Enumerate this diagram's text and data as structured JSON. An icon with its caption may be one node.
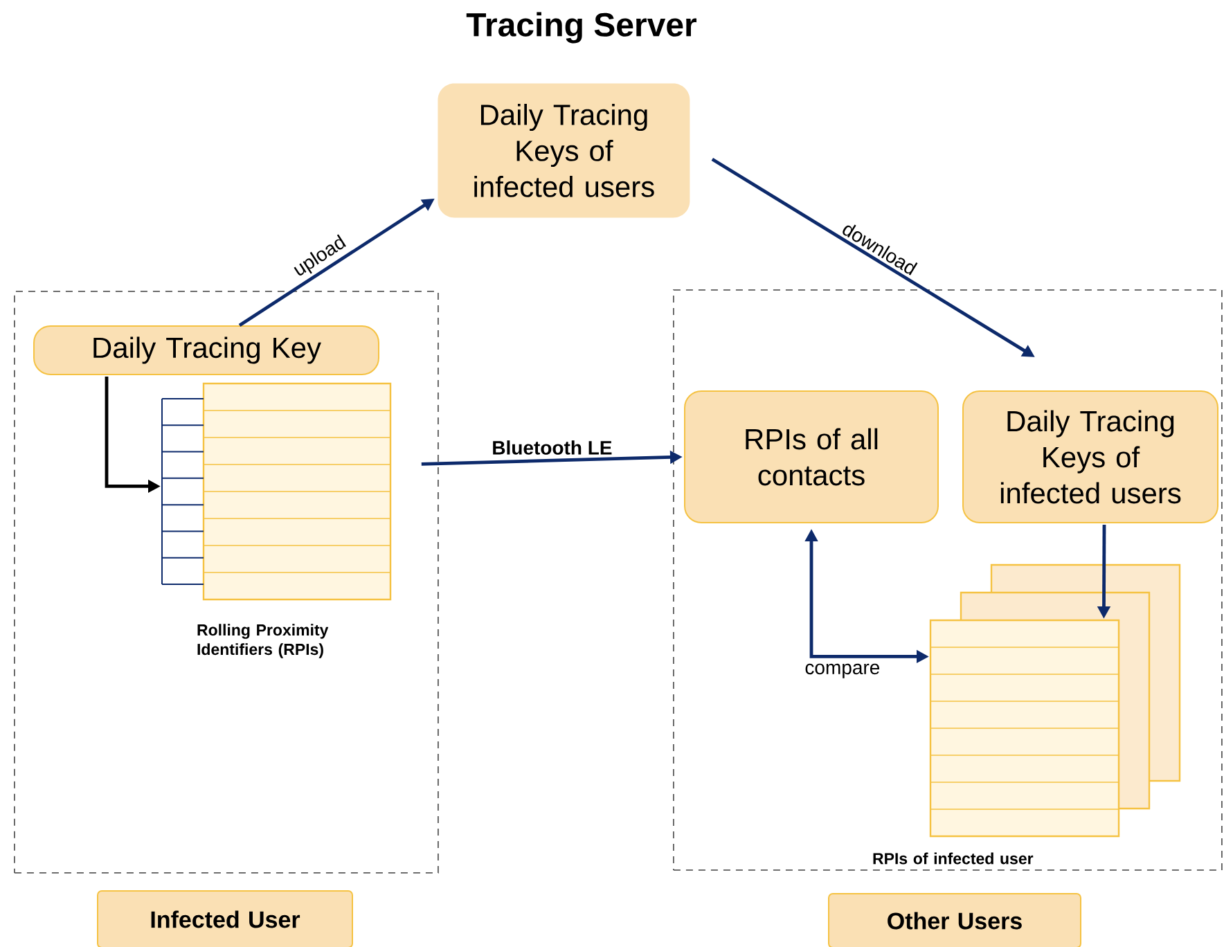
{
  "diagram": {
    "title": "Tracing Server",
    "nodes": [
      {
        "text": [
          "Daily Tracing Keys of infected users"
        ]
      },
      {
        "text": [],
        "shape": "box"
      },
      {
        "text": [
          "Daily Tracing Key"
        ],
        "in": 1
      },
      {
        "text": [],
        "shape": "box",
        "in": 1,
        "beside": [
          "Rolling Proximity Identifiers (RPIs)"
        ]
      },
      {
        "text": [
          "Infected User"
        ]
      },
      {
        "text": [],
        "shape": "box"
      },
      {
        "text": [
          "RPIs of all contacts"
        ],
        "in": 5
      },
      {
        "text": [
          "Daily Tracing Keys of infected users"
        ],
        "in": 5
      },
      {
        "text": [],
        "shape": "box",
        "in": 5,
        "beside": [
          "RPIs of infected user"
        ]
      },
      {
        "text": [
          "Other Users"
        ]
      }
    ],
    "edges": [
      {
        "from": 2,
        "to": 0,
        "arrow": "to",
        "label": "upload"
      },
      {
        "from": 0,
        "to": 7,
        "arrow": "to",
        "label": "download"
      },
      {
        "from": 3,
        "to": 6,
        "arrow": "to",
        "label": "Bluetooth LE"
      },
      {
        "from": 2,
        "to": 3,
        "arrow": "to",
        "color": "#000000"
      },
      {
        "from": 7,
        "to": 8,
        "arrow": "to"
      },
      {
        "from": 6,
        "to": 8,
        "arrow": "both",
        "label": "compare"
      }
    ]
  }
}
